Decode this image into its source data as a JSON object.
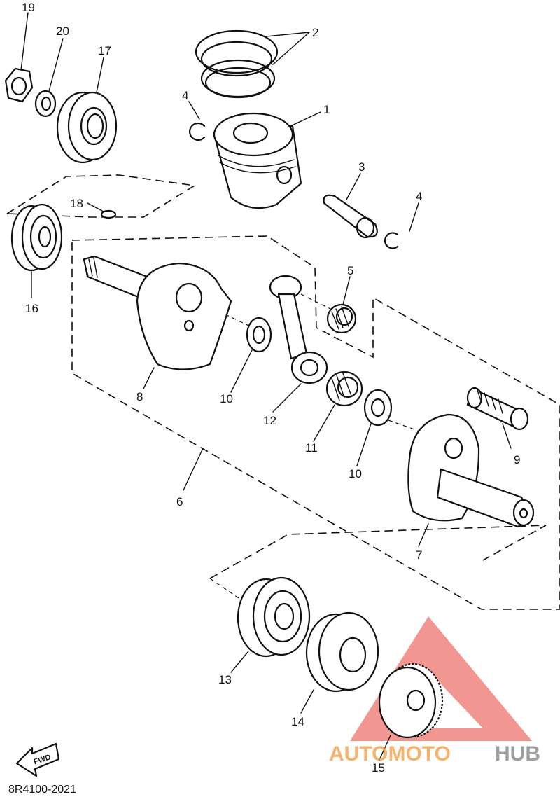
{
  "diagram": {
    "part_numbers": {
      "p1": "1",
      "p2": "2",
      "p3": "3",
      "p4a": "4",
      "p4b": "4",
      "p5": "5",
      "p6": "6",
      "p7": "7",
      "p8": "8",
      "p9": "9",
      "p10a": "10",
      "p10b": "10",
      "p11": "11",
      "p12": "12",
      "p13": "13",
      "p14": "14",
      "p15": "15",
      "p16": "16",
      "p17": "17",
      "p18": "18",
      "p19": "19",
      "p20": "20"
    },
    "fwd_label": "FWD",
    "diagram_code": "8R4100-2021"
  },
  "watermark": {
    "brand_part1": "AUTOMOTO",
    "brand_part2": "HUB",
    "color_red": "#e8413a",
    "color_orange": "#f3a04a",
    "color_gray": "#8e8e8e"
  }
}
